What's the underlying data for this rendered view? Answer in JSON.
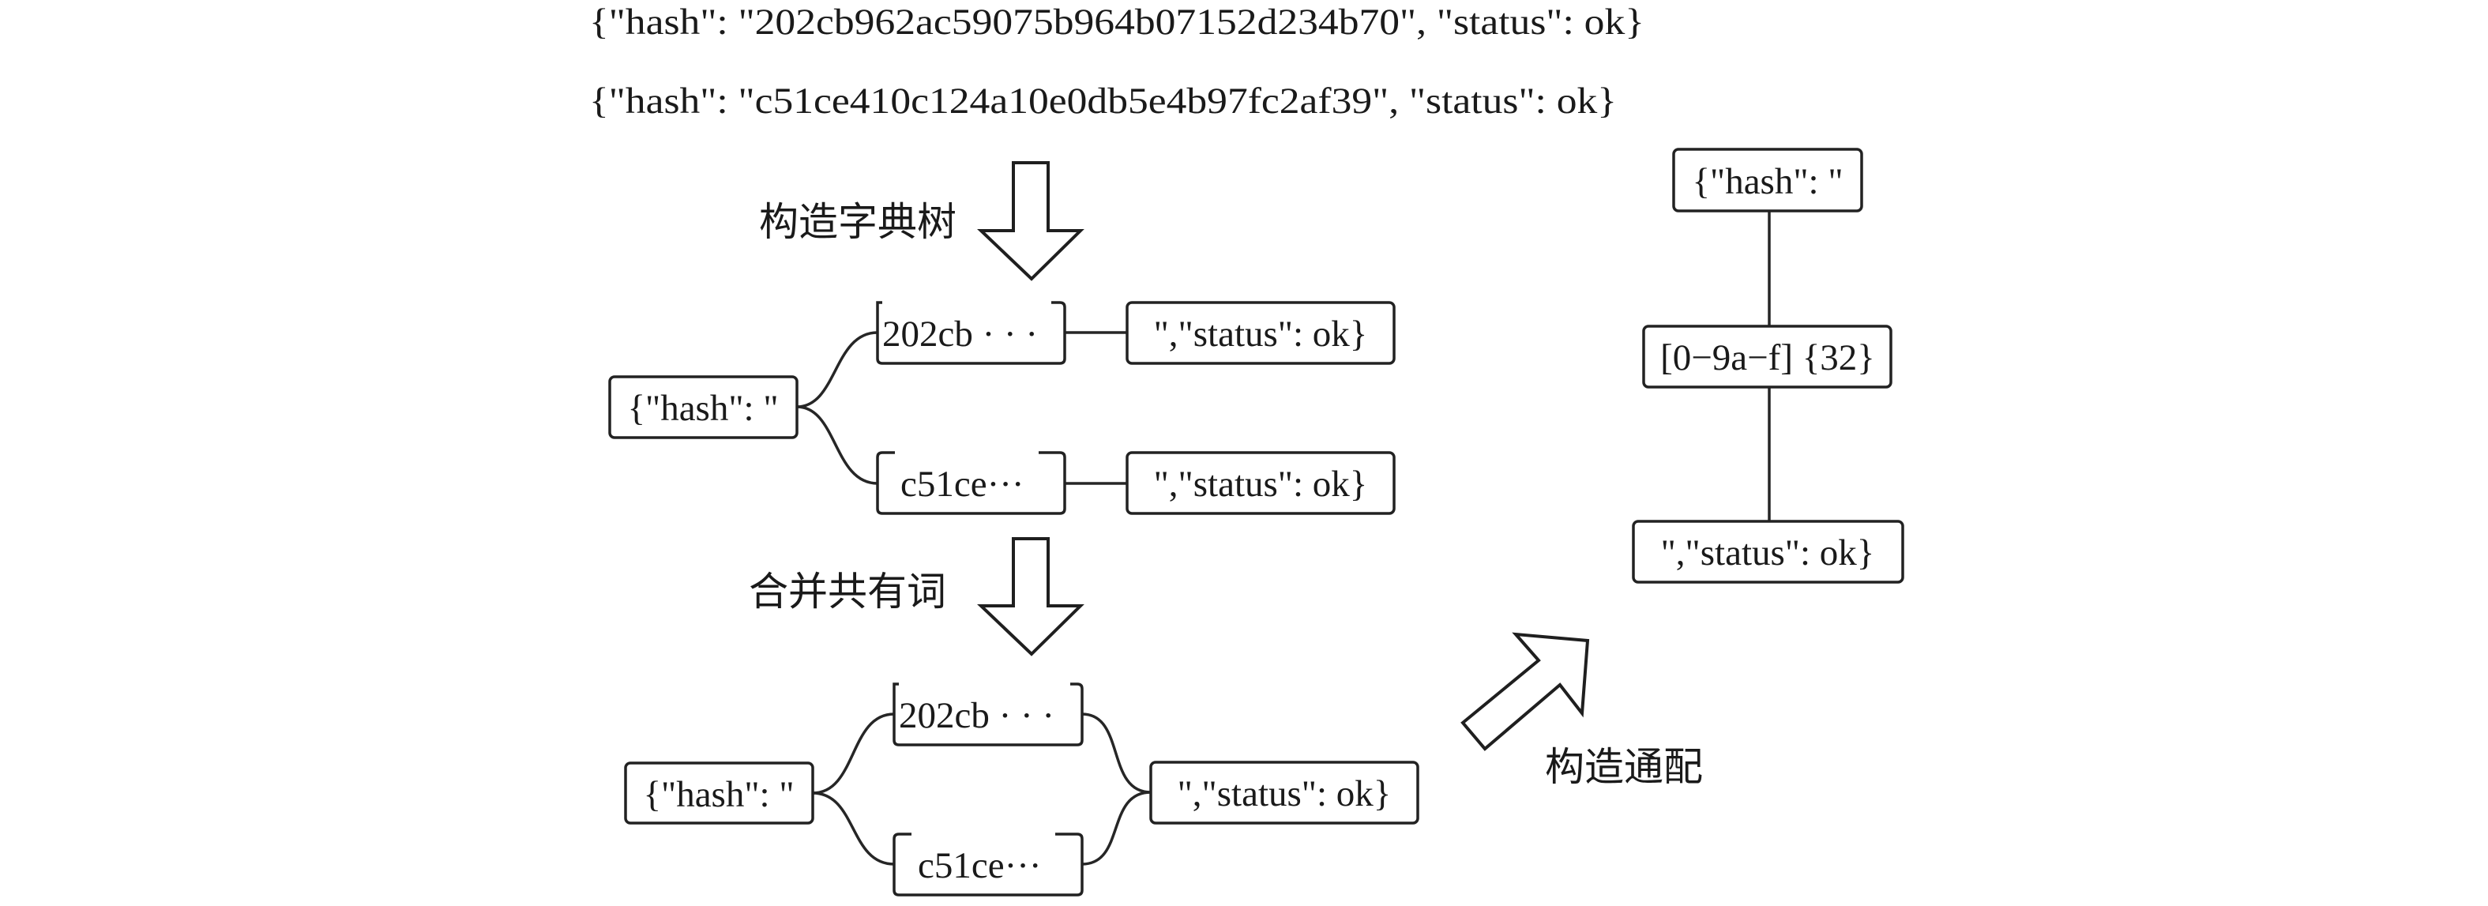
{
  "source_records": [
    "{\"hash\": \"202cb962ac59075b964b07152d234b70\", \"status\": ok}",
    "{\"hash\": \"c51ce410c124a10e0db5e4b97fc2af39\", \"status\": ok}"
  ],
  "steps": {
    "build_trie": "构造字典树",
    "merge_common": "合并共有词",
    "build_wildcard": "构造通配"
  },
  "trie": {
    "root": "{\"hash\": \"",
    "branches": [
      {
        "prefix": "202cb · · ·",
        "suffix": "\",\"status\": ok}"
      },
      {
        "prefix": "c51ce···",
        "suffix": "\",\"status\": ok}"
      }
    ]
  },
  "merged_trie": {
    "root": "{\"hash\": \"",
    "branches": [
      "202cb · · ·",
      "c51ce···"
    ],
    "shared_suffix": "\",\"status\": ok}"
  },
  "wildcard_chain": {
    "prefix": "{\"hash\": \"",
    "pattern": "[0−9a−f] {32}",
    "suffix": "\",\"status\": ok}"
  },
  "colors": {
    "stroke": "#222222",
    "text": "#1a1a1a",
    "background": "#ffffff"
  }
}
